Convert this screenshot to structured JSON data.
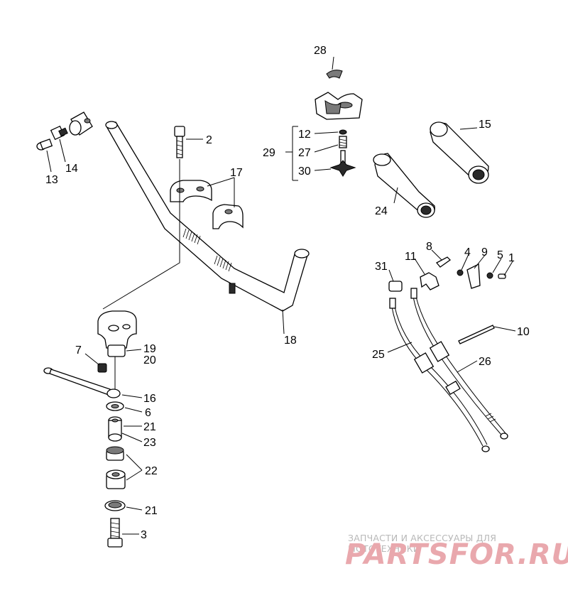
{
  "callouts": {
    "c1": "1",
    "c2": "2",
    "c3": "3",
    "c4": "4",
    "c5": "5",
    "c6": "6",
    "c7": "7",
    "c8": "8",
    "c9": "9",
    "c10": "10",
    "c11": "11",
    "c12": "12",
    "c13": "13",
    "c14": "14",
    "c15": "15",
    "c16": "16",
    "c17": "17",
    "c18": "18",
    "c19": "19",
    "c20": "20",
    "c21a": "21",
    "c21b": "21",
    "c22": "22",
    "c23": "23",
    "c24": "24",
    "c25": "25",
    "c26": "26",
    "c27": "27",
    "c28": "28",
    "c29": "29",
    "c30": "30",
    "c31": "31"
  },
  "watermark": {
    "tagline": "ЗАПЧАСТИ И АКСЕССУАРЫ ДЛЯ МОТОТЕХНИКИ",
    "logo": "PARTSFOR.RU",
    "logo_color": "#e9a8ad"
  }
}
